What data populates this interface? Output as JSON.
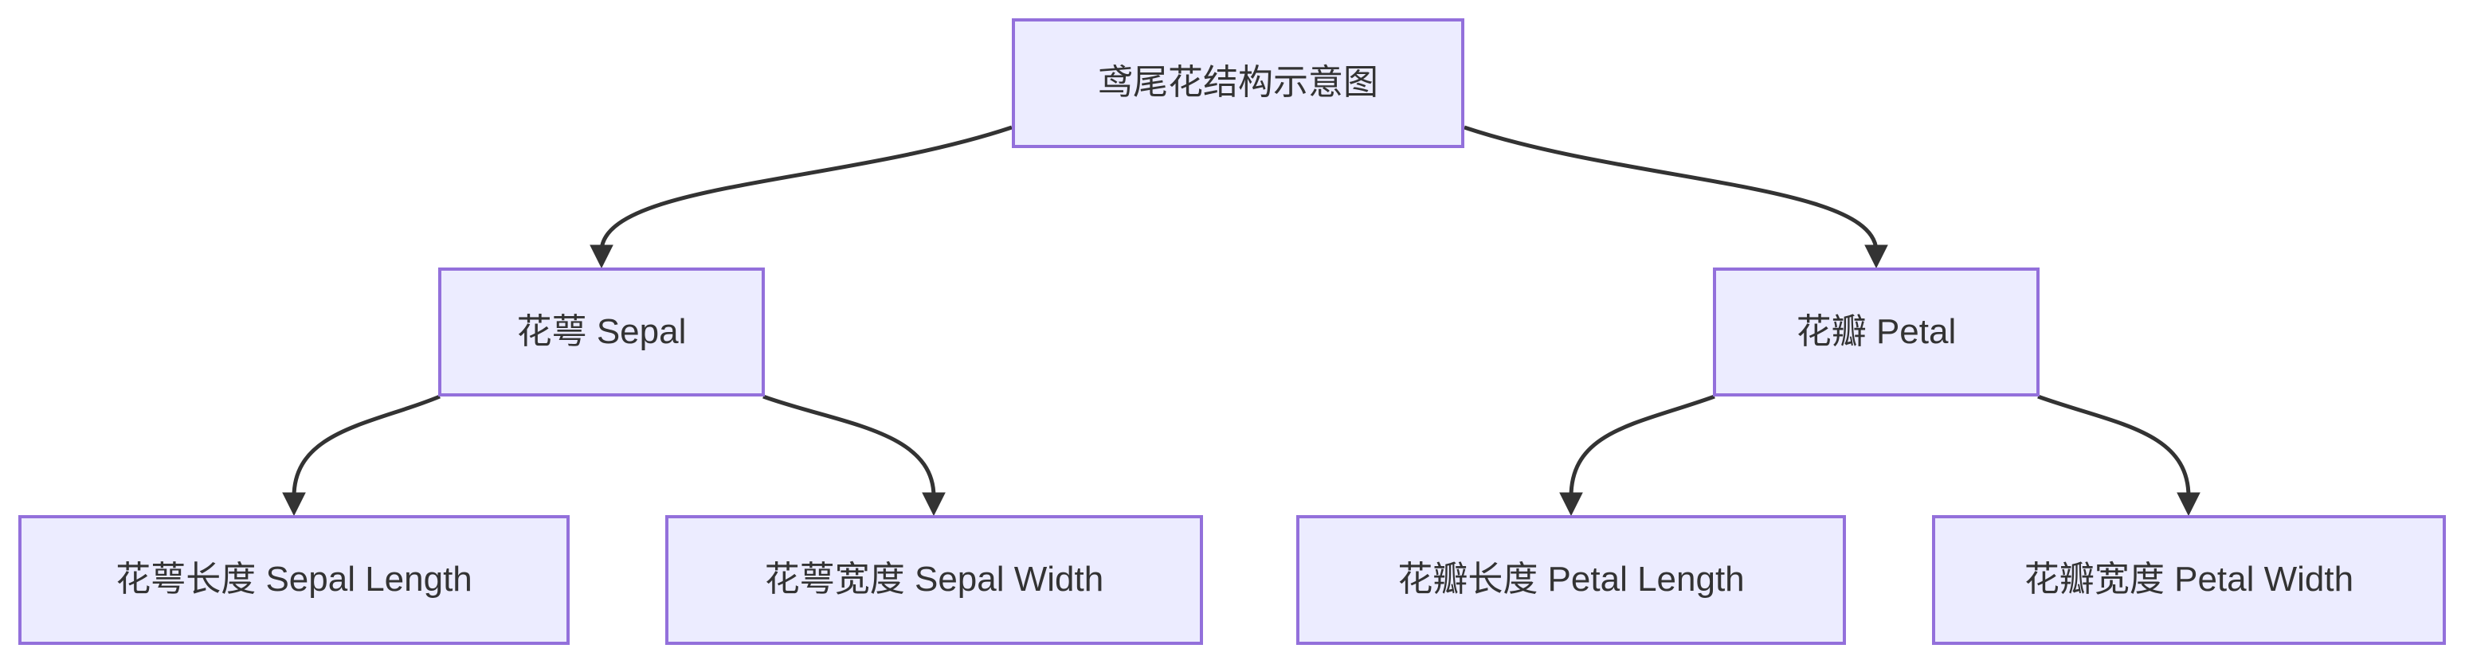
{
  "diagram": {
    "type": "flowchart",
    "direction": "top-down",
    "colors": {
      "background": "#ffffff",
      "node_fill": "#ECECFF",
      "node_border": "#9370DB",
      "edge_stroke": "#333333",
      "text": "#333333"
    },
    "nodes": [
      {
        "id": "root",
        "label": "鸢尾花结构示意图"
      },
      {
        "id": "sepal",
        "label": "花萼 Sepal"
      },
      {
        "id": "petal",
        "label": "花瓣 Petal"
      },
      {
        "id": "sepal-length",
        "label": "花萼长度 Sepal Length"
      },
      {
        "id": "sepal-width",
        "label": "花萼宽度 Sepal Width"
      },
      {
        "id": "petal-length",
        "label": "花瓣长度 Petal Length"
      },
      {
        "id": "petal-width",
        "label": "花瓣宽度 Petal Width"
      }
    ],
    "edges": [
      {
        "from": "root",
        "to": "sepal"
      },
      {
        "from": "root",
        "to": "petal"
      },
      {
        "from": "sepal",
        "to": "sepal-length"
      },
      {
        "from": "sepal",
        "to": "sepal-width"
      },
      {
        "from": "petal",
        "to": "petal-length"
      },
      {
        "from": "petal",
        "to": "petal-width"
      }
    ]
  }
}
